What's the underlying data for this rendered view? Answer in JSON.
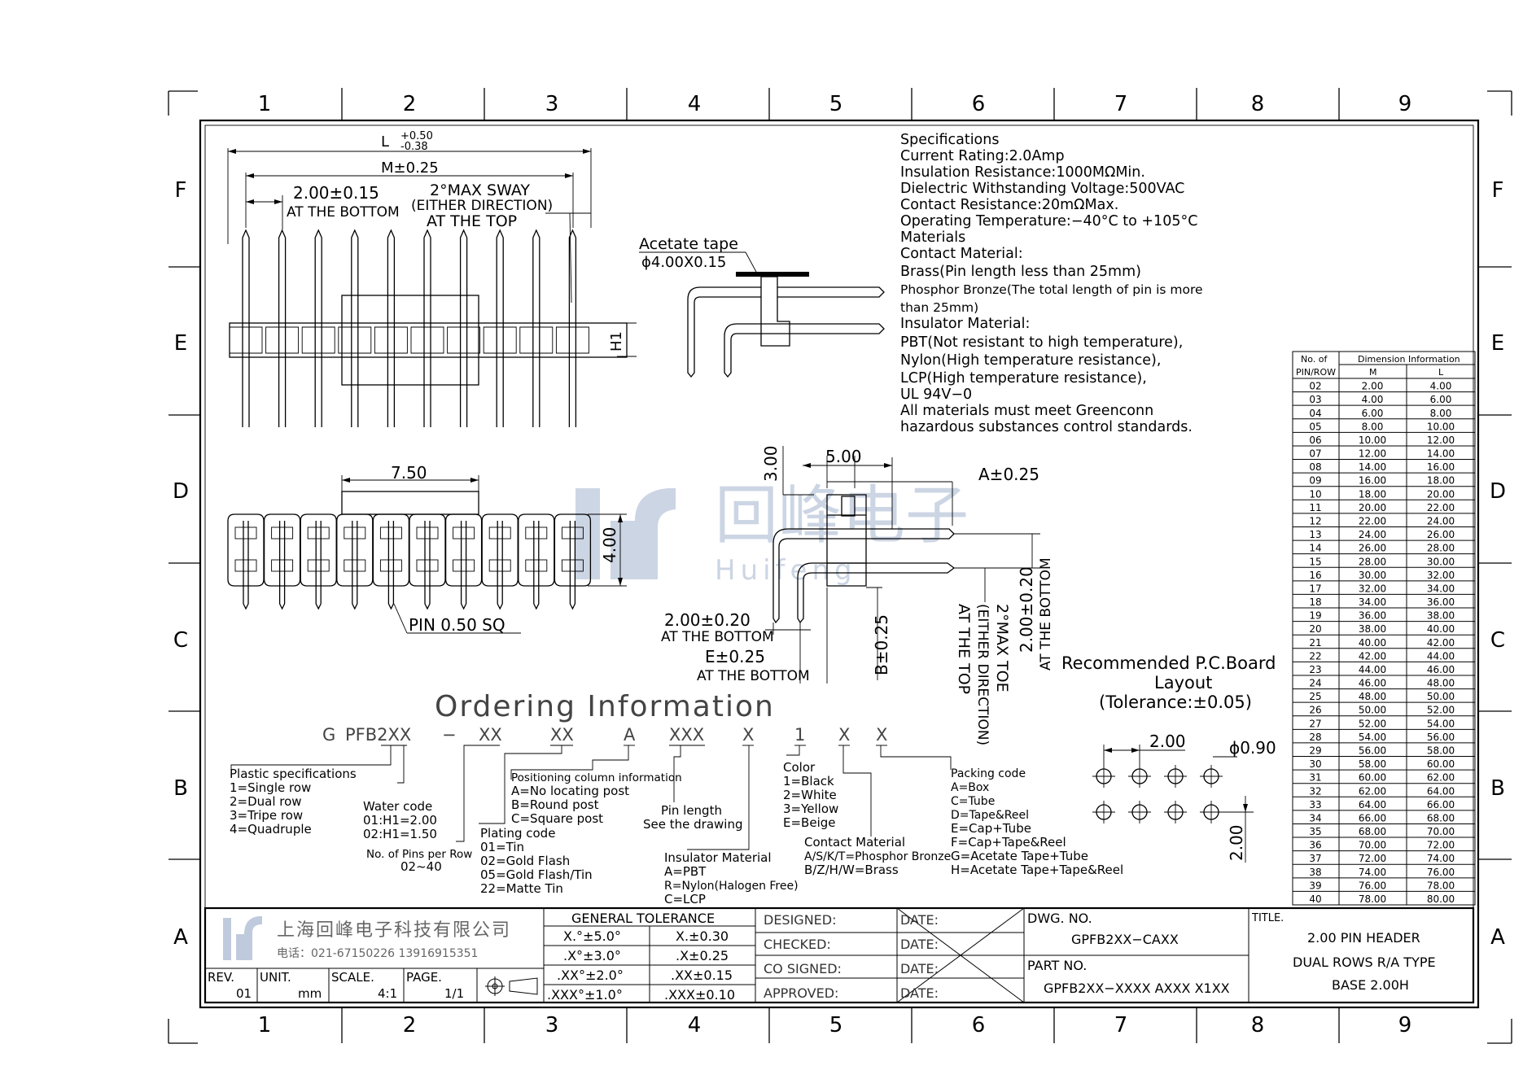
{
  "frame": {
    "columns": [
      "1",
      "2",
      "3",
      "4",
      "5",
      "6",
      "7",
      "8",
      "9"
    ],
    "rows": [
      "F",
      "E",
      "D",
      "C",
      "B",
      "A"
    ]
  },
  "top_view": {
    "l_dim": "L",
    "l_tol_plus": "+0.50",
    "l_tol_minus": "-0.38",
    "m_dim": "M±0.25",
    "pitch_dim": "2.00±0.15",
    "pitch_note": "AT THE BOTTOM",
    "sway_1": "2°MAX SWAY",
    "sway_2": "(EITHER DIRECTION)",
    "sway_3": "AT THE TOP",
    "h1": "H1"
  },
  "acetate": {
    "label": "Acetate tape",
    "dim": "ϕ4.00X0.15"
  },
  "specs": [
    "Specifications",
    "Current Rating:2.0Amp",
    "Insulation Resistance:1000MΩMin.",
    "Dielectric Withstanding Voltage:500VAC",
    "Contact Resistance:20mΩMax.",
    "Operating Temperature:−40°C to +105°C",
    "Materials",
    "Contact Material:",
    "Brass(Pin length less than 25mm)",
    "Phosphor Bronze(The total length of pin is more",
    "than 25mm)",
    "Insulator Material:",
    "PBT(Not resistant to high temperature),",
    "Nylon(High temperature resistance),",
    "LCP(High temperature resistance),",
    "UL 94V−0",
    "All materials must meet Greenconn",
    "hazardous substances control standards."
  ],
  "front_view": {
    "dim_750": "7.50",
    "dim_400": "4.00",
    "pin_note": "PIN 0.50 SQ"
  },
  "side_view": {
    "dim_300": "3.00",
    "dim_500": "5.00",
    "dim_a": "A±0.25",
    "dim_pitch": "2.00±0.20",
    "pitch_note": "AT THE BOTTOM",
    "dim_e": "E±0.25",
    "e_note": "AT THE BOTTOM",
    "dim_b": "B±0.25",
    "toe_1": "2°MAX TOE",
    "toe_2": "(EITHER DIRECTION)",
    "toe_3": "AT THE TOP",
    "vpitch": "2.00±0.20",
    "vpitch_note": "AT THE BOTTOM"
  },
  "pcb": {
    "title_1": "Recommended P.C.Board",
    "title_2": "Layout",
    "title_3": "(Tolerance:±0.05)",
    "pitch_h": "2.00",
    "hole": "ϕ0.90",
    "pitch_v": "2.00"
  },
  "watermark": {
    "cn": "回峰电子",
    "en": "Huifeng"
  },
  "dim_table": {
    "header_no": "No. of",
    "header_pin": "PIN/ROW",
    "header_dim": "Dimension Information",
    "col_m": "M",
    "col_l": "L",
    "rows": [
      [
        "02",
        "2.00",
        "4.00"
      ],
      [
        "03",
        "4.00",
        "6.00"
      ],
      [
        "04",
        "6.00",
        "8.00"
      ],
      [
        "05",
        "8.00",
        "10.00"
      ],
      [
        "06",
        "10.00",
        "12.00"
      ],
      [
        "07",
        "12.00",
        "14.00"
      ],
      [
        "08",
        "14.00",
        "16.00"
      ],
      [
        "09",
        "16.00",
        "18.00"
      ],
      [
        "10",
        "18.00",
        "20.00"
      ],
      [
        "11",
        "20.00",
        "22.00"
      ],
      [
        "12",
        "22.00",
        "24.00"
      ],
      [
        "13",
        "24.00",
        "26.00"
      ],
      [
        "14",
        "26.00",
        "28.00"
      ],
      [
        "15",
        "28.00",
        "30.00"
      ],
      [
        "16",
        "30.00",
        "32.00"
      ],
      [
        "17",
        "32.00",
        "34.00"
      ],
      [
        "18",
        "34.00",
        "36.00"
      ],
      [
        "19",
        "36.00",
        "38.00"
      ],
      [
        "20",
        "38.00",
        "40.00"
      ],
      [
        "21",
        "40.00",
        "42.00"
      ],
      [
        "22",
        "42.00",
        "44.00"
      ],
      [
        "23",
        "44.00",
        "46.00"
      ],
      [
        "24",
        "46.00",
        "48.00"
      ],
      [
        "25",
        "48.00",
        "50.00"
      ],
      [
        "26",
        "50.00",
        "52.00"
      ],
      [
        "27",
        "52.00",
        "54.00"
      ],
      [
        "28",
        "54.00",
        "56.00"
      ],
      [
        "29",
        "56.00",
        "58.00"
      ],
      [
        "30",
        "58.00",
        "60.00"
      ],
      [
        "31",
        "60.00",
        "62.00"
      ],
      [
        "32",
        "62.00",
        "64.00"
      ],
      [
        "33",
        "64.00",
        "66.00"
      ],
      [
        "34",
        "66.00",
        "68.00"
      ],
      [
        "35",
        "68.00",
        "70.00"
      ],
      [
        "36",
        "70.00",
        "72.00"
      ],
      [
        "37",
        "72.00",
        "74.00"
      ],
      [
        "38",
        "74.00",
        "76.00"
      ],
      [
        "39",
        "76.00",
        "78.00"
      ],
      [
        "40",
        "78.00",
        "80.00"
      ]
    ]
  },
  "ordering": {
    "title": "Ordering Information",
    "code": [
      "G",
      "PFB2XX",
      "−",
      "XX",
      "XX",
      "A",
      "XXX",
      "X",
      "1",
      "X",
      "X"
    ],
    "plastic": [
      "Plastic specifications",
      "1=Single row",
      "2=Dual row",
      "3=Tripe row",
      "4=Quadruple"
    ],
    "water": [
      "Water code",
      "01:H1=2.00",
      "02:H1=1.50"
    ],
    "pins": [
      "No. of Pins per Row",
      "02~40"
    ],
    "position": [
      "Positioning column information",
      "A=No locating post",
      "B=Round post",
      "C=Square post"
    ],
    "plating": [
      "Plating code",
      "01=Tin",
      "02=Gold Flash",
      "05=Gold Flash/Tin",
      "22=Matte Tin"
    ],
    "pinlen": [
      "Pin length",
      "See the drawing"
    ],
    "insulator": [
      "Insulator Material",
      "A=PBT",
      "R=Nylon(Halogen Free)",
      "C=LCP"
    ],
    "color": [
      "Color",
      "1=Black",
      "2=White",
      "3=Yellow",
      "E=Beige"
    ],
    "contact": [
      "Contact Material",
      "A/S/K/T=Phosphor Bronze",
      "B/Z/H/W=Brass"
    ],
    "packing": [
      "Packing code",
      "A=Box",
      "C=Tube",
      "D=Tape&Reel",
      "E=Cap+Tube",
      "F=Cap+Tape&Reel",
      "G=Acetate Tape+Tube",
      "H=Acetate Tape+Tape&Reel"
    ]
  },
  "title_block": {
    "company": "上海回峰电子科技有限公司",
    "phone": "电话：021-67150226  13916915351",
    "rev_label": "REV.",
    "rev": "01",
    "unit_label": "UNIT.",
    "unit": "mm",
    "scale_label": "SCALE.",
    "scale": "4:1",
    "page_label": "PAGE.",
    "page": "1/1",
    "tol_title": "GENERAL TOLERANCE",
    "tol_rows": [
      [
        "X.°±5.0°",
        "X.±0.30"
      ],
      [
        ".X°±3.0°",
        ".X±0.25"
      ],
      [
        ".XX°±2.0°",
        ".XX±0.15"
      ],
      [
        ".XXX°±1.0°",
        ".XXX±0.10"
      ]
    ],
    "sign_rows": [
      "DESIGNED:",
      "CHECKED:",
      "CO SIGNED:",
      "APPROVED:"
    ],
    "date_label": "DATE:",
    "dwg_label": "DWG. NO.",
    "dwg": "GPFB2XX−CAXX",
    "part_label": "PART NO.",
    "part": "GPFB2XX−XXXX AXXX X1XX",
    "title_label": "TITLE.",
    "title_1": "2.00 PIN HEADER",
    "title_2": "DUAL ROWS R/A TYPE",
    "title_3": "BASE 2.00H"
  }
}
